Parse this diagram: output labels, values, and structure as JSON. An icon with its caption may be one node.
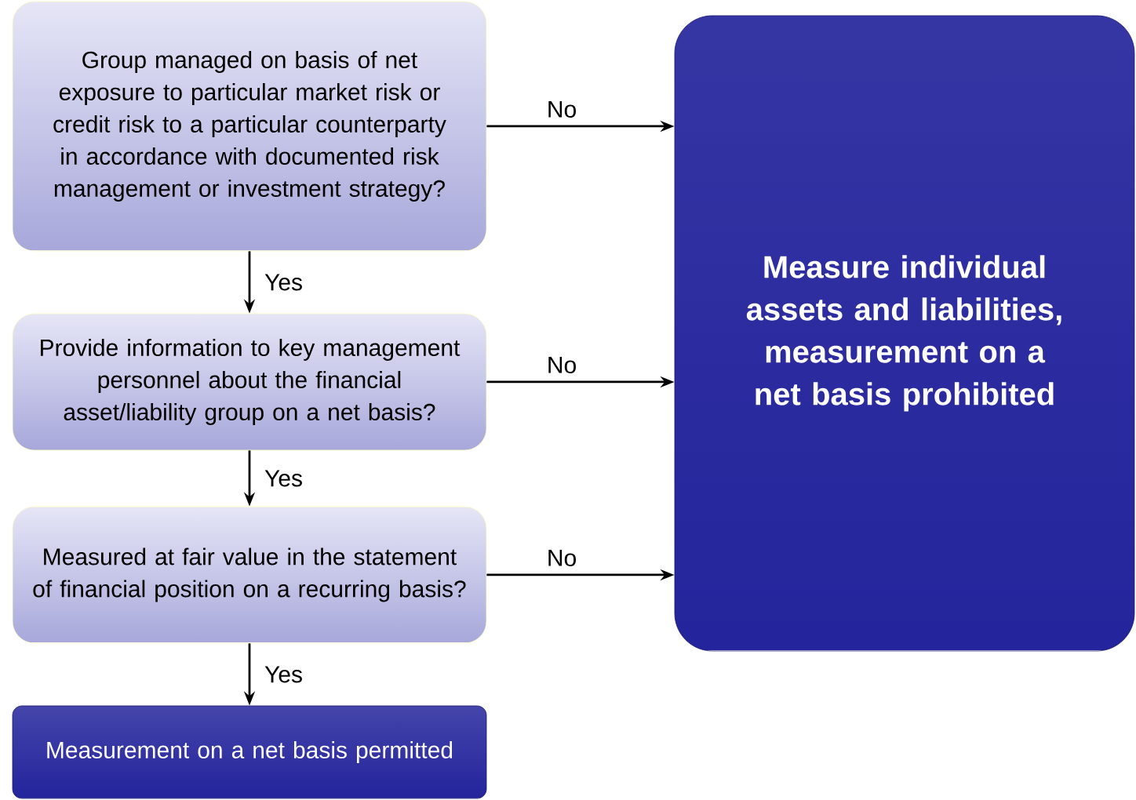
{
  "diagram": {
    "nodes": [
      {
        "text": [
          "Group managed on basis of net exposure to particular market risk or credit risk to a particular counterparty in accordance with documented risk management or investment strategy?"
        ]
      },
      {
        "text": [
          "Provide information to key management personnel about the financial asset/liability group on a net basis?"
        ]
      },
      {
        "text": [
          "Measured at fair value in the statement of financial position on a recurring basis?"
        ]
      },
      {
        "text": [
          "Measurement on a net basis permitted"
        ]
      },
      {
        "text": [
          "Measure individual assets and liabilities, measurement on a net basis prohibited"
        ]
      }
    ],
    "edges": [
      {
        "from": 0,
        "to": 1,
        "arrow": "to",
        "label": "Yes"
      },
      {
        "from": 1,
        "to": 2,
        "arrow": "to",
        "label": "Yes"
      },
      {
        "from": 2,
        "to": 3,
        "arrow": "to",
        "label": "Yes"
      },
      {
        "from": 0,
        "to": 4,
        "arrow": "to",
        "label": "No"
      },
      {
        "from": 1,
        "to": 4,
        "arrow": "to",
        "label": "No"
      },
      {
        "from": 2,
        "to": 4,
        "arrow": "to",
        "label": "No"
      }
    ]
  }
}
